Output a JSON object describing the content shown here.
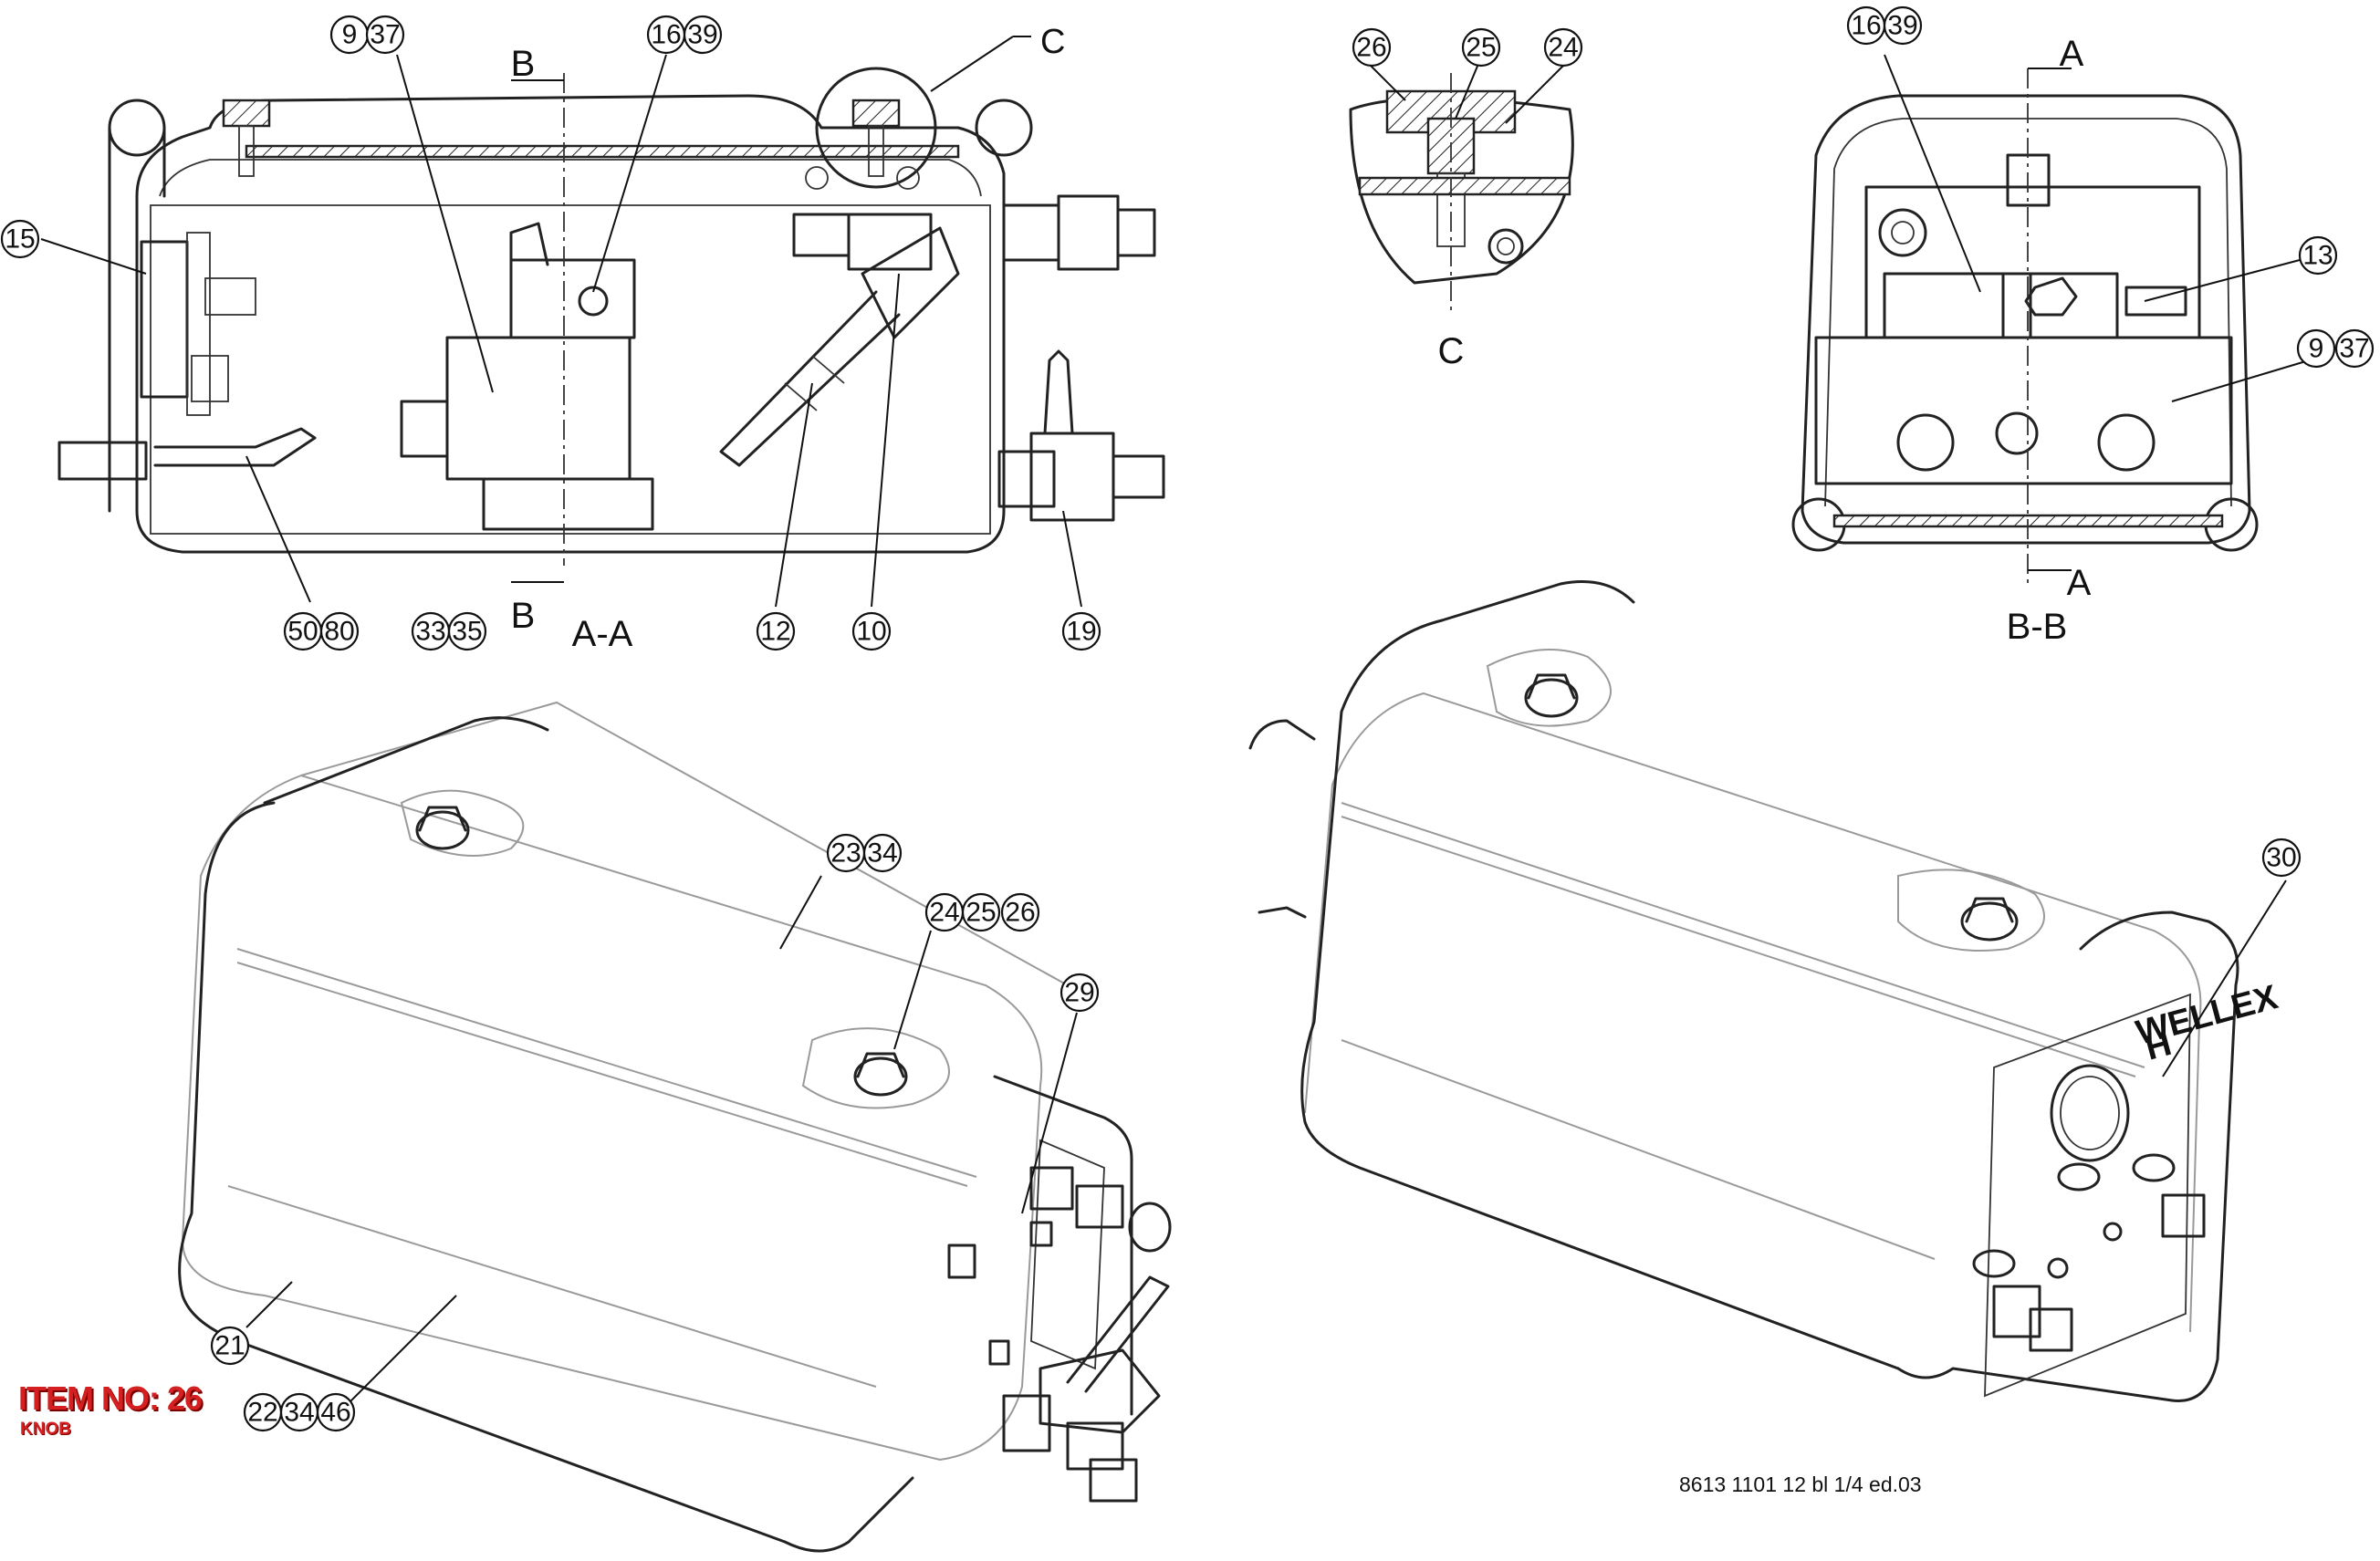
{
  "item": {
    "title": "ITEM NO: 26",
    "name": "KNOB"
  },
  "document_ref": "8613 1101 12 bl 1/4 ed.03",
  "sections": {
    "aa": "A-A",
    "bb": "B-B",
    "cutting_a": "A",
    "cutting_b": "B",
    "detail_c": "C"
  },
  "front_faceplate": {
    "brand": "WELLEX",
    "model": "H"
  },
  "balloons": {
    "aa_9": "9",
    "aa_37": "37",
    "aa_16": "16",
    "aa_39": "39",
    "aa_15": "15",
    "aa_50": "50",
    "aa_80": "80",
    "aa_33": "33",
    "aa_35": "35",
    "aa_12": "12",
    "aa_10": "10",
    "aa_19": "19",
    "c_26": "26",
    "c_25": "25",
    "c_24": "24",
    "bb_16": "16",
    "bb_39": "39",
    "bb_13": "13",
    "bb_9": "9",
    "bb_37": "37",
    "iso_23": "23",
    "iso_34a": "34",
    "iso_24": "24",
    "iso_25": "25",
    "iso_26": "26",
    "iso_29": "29",
    "iso_21": "21",
    "iso_22": "22",
    "iso_34b": "34",
    "iso_46": "46",
    "iso_30": "30"
  }
}
